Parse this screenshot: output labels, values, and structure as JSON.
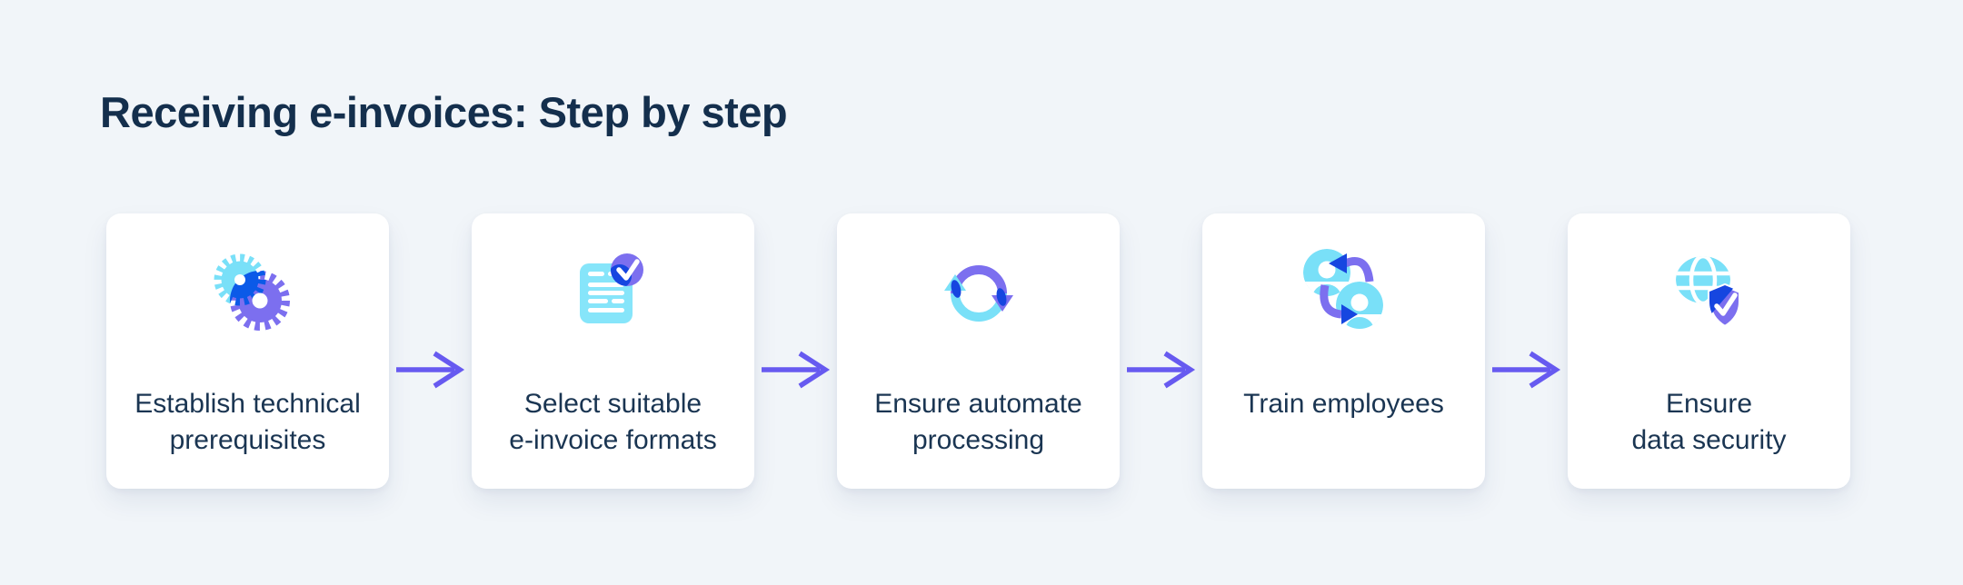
{
  "header": {
    "title": "Receiving e-invoices: Step by step"
  },
  "steps": [
    {
      "icon": "gears-icon",
      "label": "Establish technical\nprerequisites"
    },
    {
      "icon": "document-check-icon",
      "label": "Select suitable\ne-invoice formats"
    },
    {
      "icon": "sync-arrows-icon",
      "label": "Ensure automate\nprocessing"
    },
    {
      "icon": "people-exchange-icon",
      "label": "Train employees"
    },
    {
      "icon": "globe-shield-icon",
      "label": "Ensure\ndata security"
    }
  ],
  "connector": {
    "icon": "arrow-right-icon"
  },
  "colors": {
    "background": "#F1F5F9",
    "card": "#FFFFFF",
    "heading_text": "#142F4D",
    "label_text": "#1A3552",
    "arrow": "#675AF0",
    "icon_cyan": "#79E0F8",
    "icon_cyan_light": "#86E5FA",
    "icon_purple": "#7C6FEF",
    "icon_dark_blue": "#1646E0",
    "gear_overlap_blue": "#0B5AE8"
  }
}
